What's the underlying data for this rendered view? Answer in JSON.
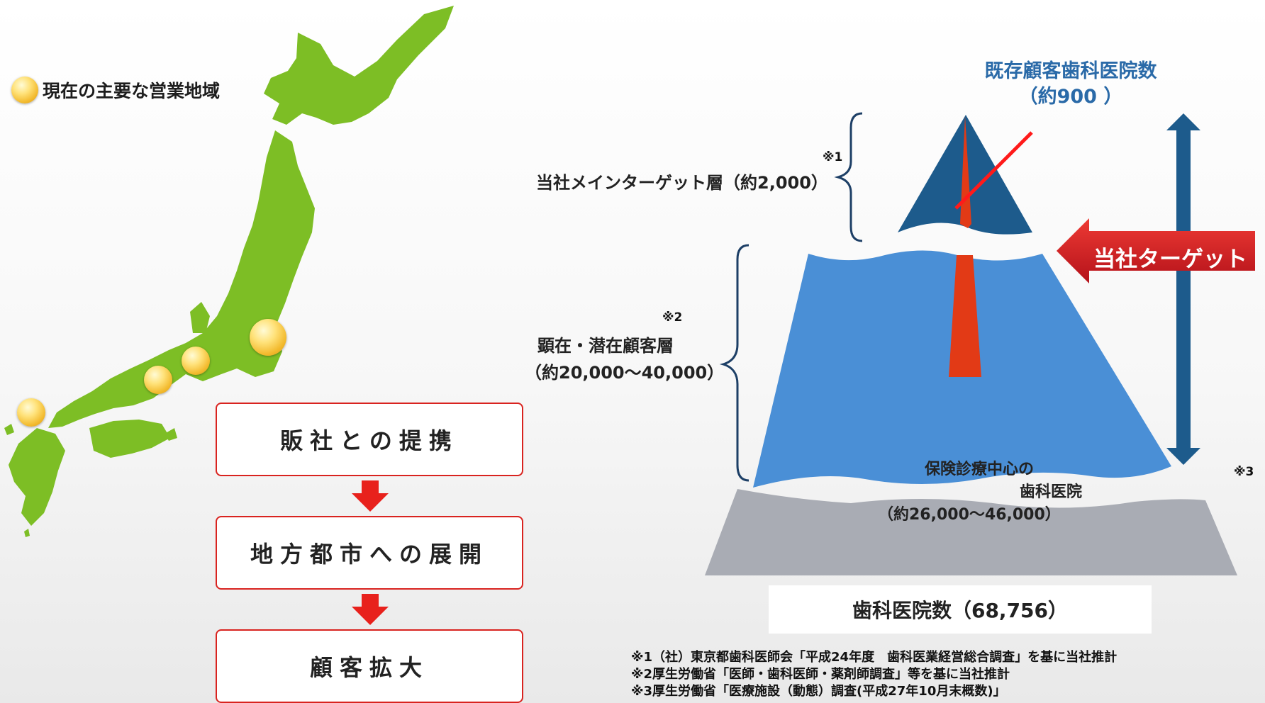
{
  "legend": {
    "icon": "gold-circle-icon",
    "label": "現在の主要な営業地域"
  },
  "flow": {
    "steps": [
      "販社との提携",
      "地方都市への展開",
      "顧客拡大"
    ]
  },
  "pyramid": {
    "top_title_line1": "既存顧客歯科医院数",
    "top_title_line2": "（約900 ）",
    "target_label": "当社ターゲット",
    "main_target": {
      "marker": "※1",
      "label": "当社メインターゲット層（約2,000）"
    },
    "latent": {
      "marker": "※2",
      "line1": "顕在・潜在顧客層",
      "line2": "（約20,000～40,000）"
    },
    "insurance": {
      "line1": "保険診療中心の",
      "line2": "歯科医院",
      "line3": "（約26,000～46,000）"
    },
    "arrow_marker": "※3",
    "base_label": "歯科医院数（68,756）"
  },
  "notes": [
    "※1（社）東京都歯科医師会「平成24年度　歯科医業経営総合調査」を基に当社推計",
    "※2厚生労働省「医師・歯科医師・薬剤師調査」等を基に当社推計",
    "※3厚生労働省「医療施設（動態）調査(平成27年10月末概数)」"
  ],
  "colors": {
    "japan_green": "#7dbe25",
    "flow_red": "#d9231f",
    "pyramid_top": "#1d5b8c",
    "pyramid_mid": "#4a8fd6",
    "pyramid_base": "#a9acb4",
    "center_wedge": "#e23a16",
    "target_arrow": "#c9151f"
  }
}
